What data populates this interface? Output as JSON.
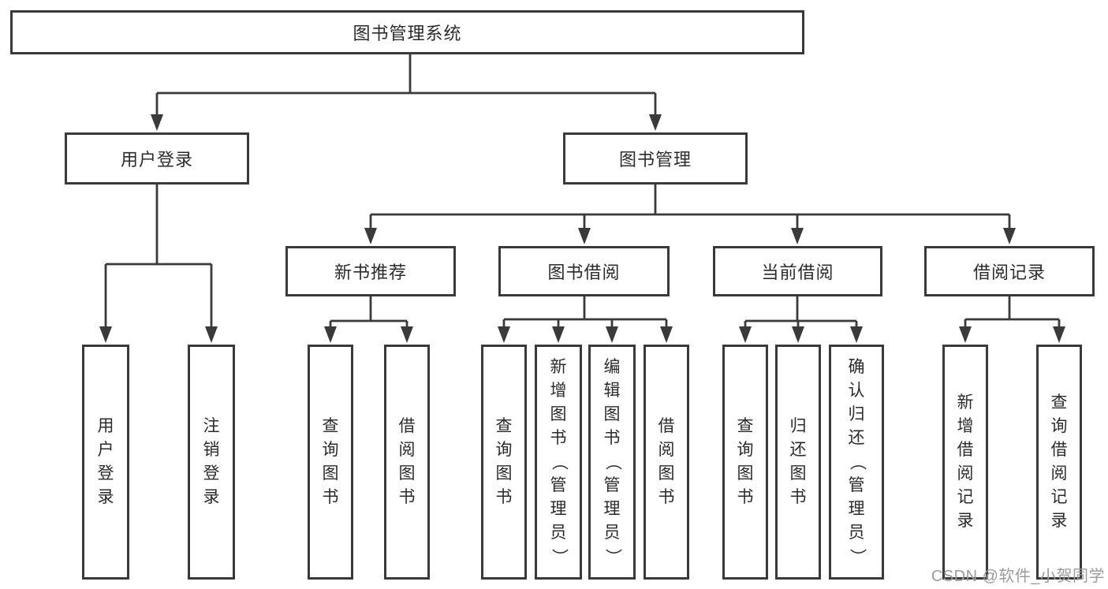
{
  "page": {
    "watermark": "CSDN @软件_小贺同学",
    "colors": {
      "line": "#3a3a3a",
      "box_border": "#3a3a3a",
      "box_fill": "#ffffff",
      "text": "#2b2b2b",
      "watermark_text": "#9b9b9b"
    }
  },
  "tree": {
    "root": {
      "label": "图书管理系统"
    },
    "branches": [
      {
        "label": "用户登录",
        "children": [
          {
            "label": "用户登录"
          },
          {
            "label": "注销登录"
          }
        ]
      },
      {
        "label": "图书管理",
        "children": [
          {
            "label": "新书推荐",
            "children": [
              {
                "label": "查询图书"
              },
              {
                "label": "借阅图书"
              }
            ]
          },
          {
            "label": "图书借阅",
            "children": [
              {
                "label": "查询图书"
              },
              {
                "label": "新增图书（管理员）"
              },
              {
                "label": "编辑图书（管理员）"
              },
              {
                "label": "借阅图书"
              }
            ]
          },
          {
            "label": "当前借阅",
            "children": [
              {
                "label": "查询图书"
              },
              {
                "label": "归还图书"
              },
              {
                "label": "确认归还（管理员）"
              }
            ]
          },
          {
            "label": "借阅记录",
            "children": [
              {
                "label": "新增借阅记录"
              },
              {
                "label": "查询借阅记录"
              }
            ]
          }
        ]
      }
    ]
  }
}
